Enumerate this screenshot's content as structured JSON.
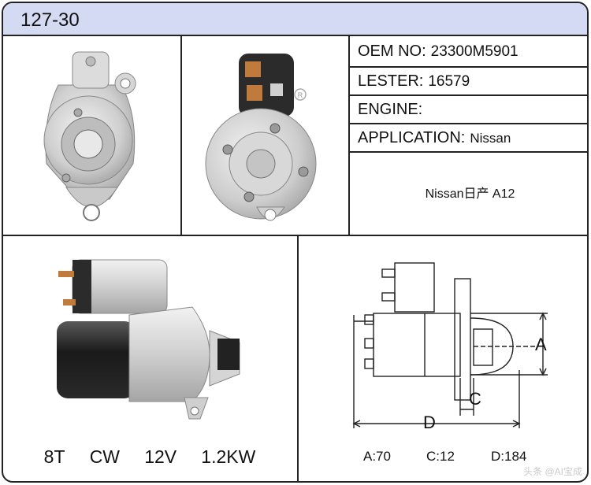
{
  "header": {
    "model": "127-30"
  },
  "specs": {
    "oem_label": "OEM NO:",
    "oem_value": "23300M5901",
    "lester_label": "LESTER:",
    "lester_value": "16579",
    "engine_label": "ENGINE:",
    "engine_value": "",
    "application_label": "APPLICATION:",
    "application_value": "Nissan"
  },
  "application_note": "Nissan日产 A12",
  "electrical": {
    "teeth": "8T",
    "rotation": "CW",
    "voltage": "12V",
    "power": "1.2KW"
  },
  "diagram": {
    "label_a": "A",
    "label_c": "C",
    "label_d": "D",
    "dim_a": "A:70",
    "dim_c": "C:12",
    "dim_d": "D:184"
  },
  "registered_mark": "R",
  "watermark": "头条 @AI宝成",
  "colors": {
    "header_bg": "#d4daf2",
    "border": "#222222"
  }
}
